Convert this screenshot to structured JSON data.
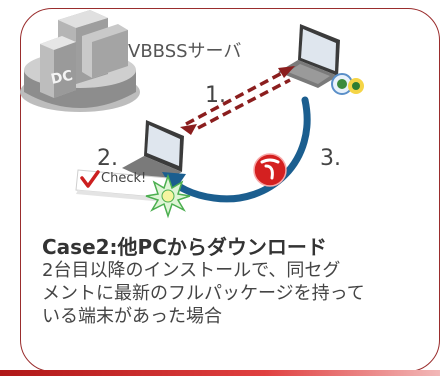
{
  "server": {
    "label": "VBBSSサーバ",
    "badge": "DC"
  },
  "steps": [
    "1.",
    "2.",
    "3."
  ],
  "check_label": "Check!",
  "caption": {
    "title": "Case2:他PCからダウンロード",
    "body_lines": [
      "2台目以降のインストールで、同セグ",
      "メントに最新のフルパッケージを持って",
      "いる端末があった場合"
    ]
  },
  "colors": {
    "border": "#9a2d2d",
    "arrow_dashed": "#8b1e1e",
    "arrow_solid": "#1b5e8f",
    "check_mark": "#cc1f1f",
    "trend_logo": "#d42020",
    "star": "#4caf50"
  },
  "icons": [
    "server-icon",
    "laptop-icon",
    "shield-icon",
    "trend-logo-icon",
    "star-burst-icon",
    "check-icon"
  ]
}
